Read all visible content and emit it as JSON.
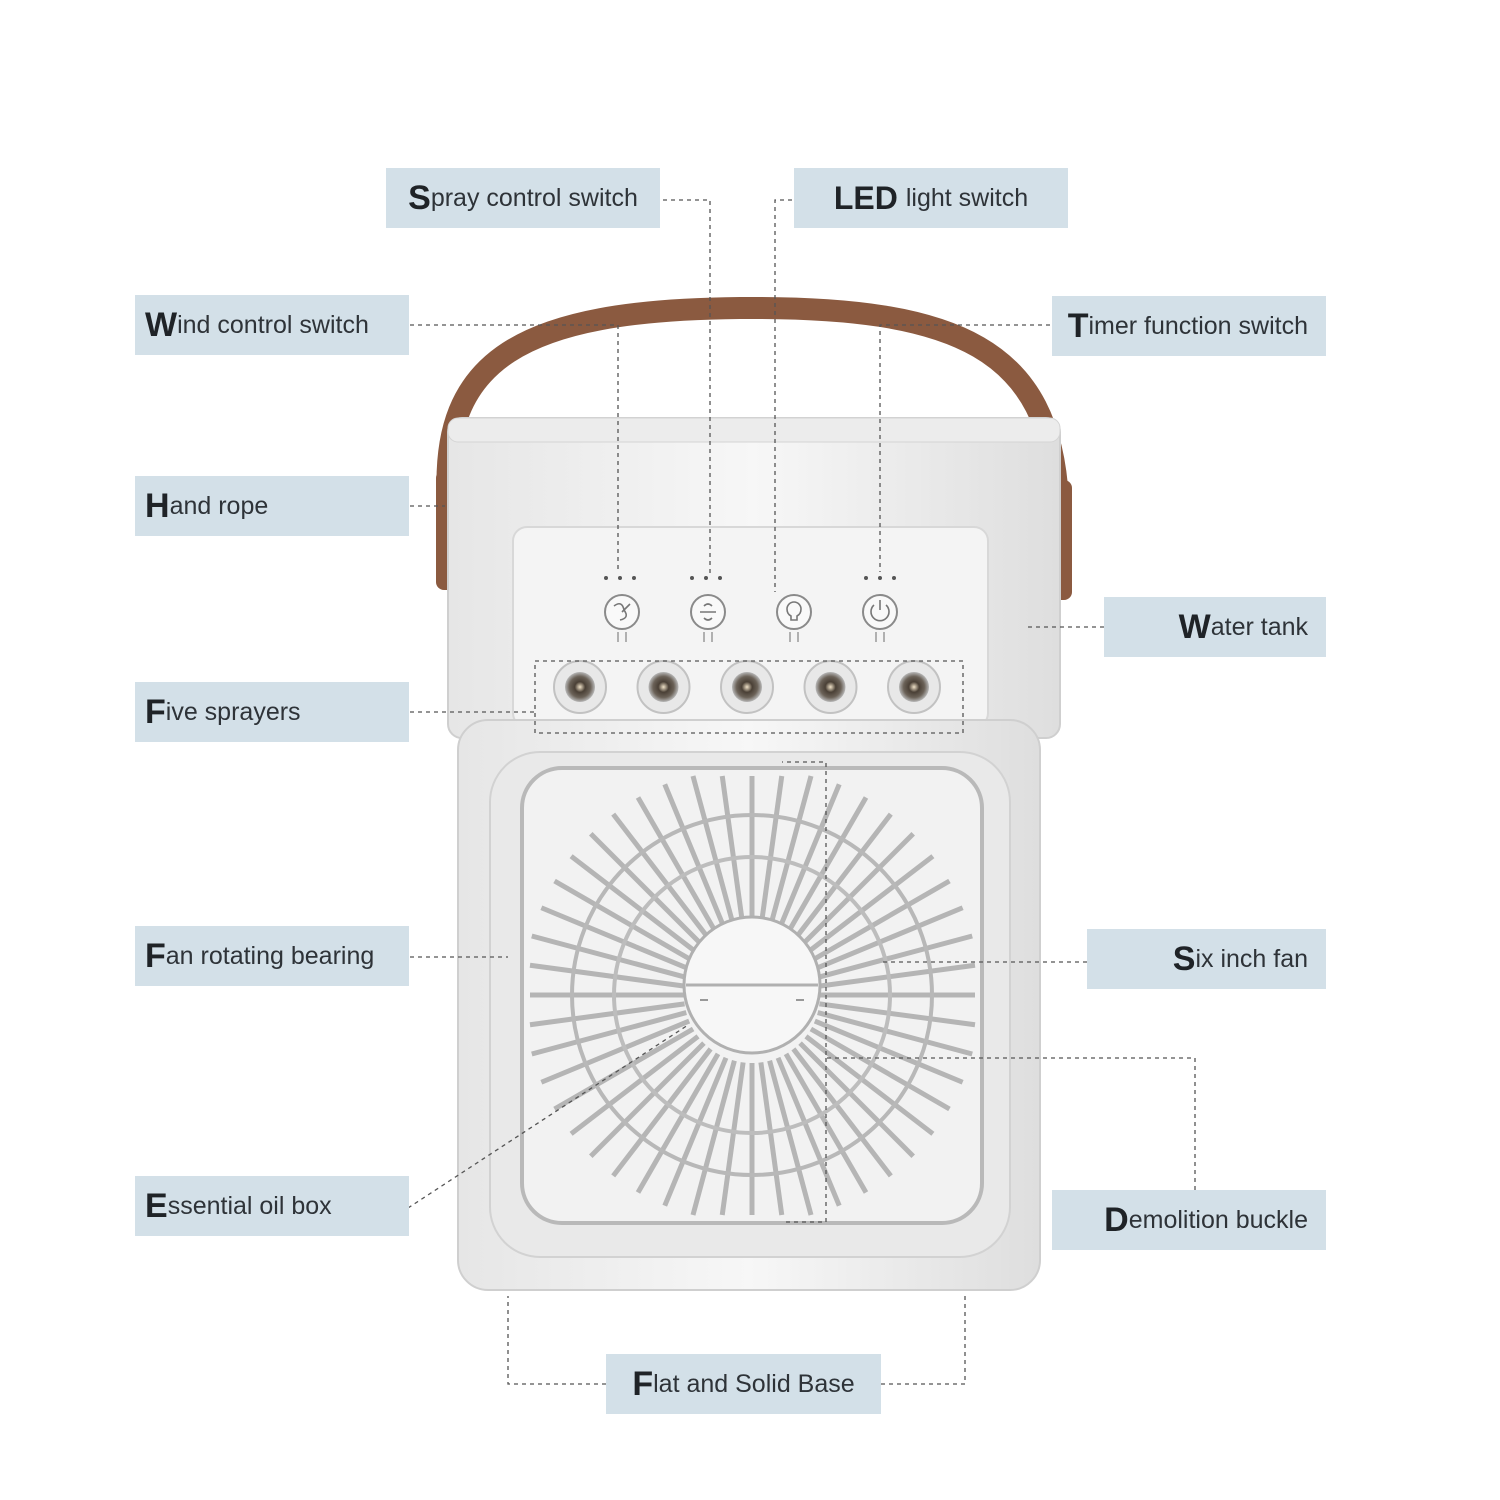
{
  "colors": {
    "label_bg": "#d3e0e8",
    "text": "#2e3338",
    "leader": "#555555",
    "strap": "#8b5a40",
    "body": "#f1f1f1"
  },
  "labels": {
    "spray": {
      "initial": "S",
      "rest": "pray control switch"
    },
    "led": {
      "initial": "LED",
      "rest": "light switch"
    },
    "wind": {
      "initial": "W",
      "rest": "ind control switch"
    },
    "timer": {
      "initial": "T",
      "rest": "imer function switch"
    },
    "hand_rope": {
      "initial": "H",
      "rest": "and rope"
    },
    "water_tank": {
      "initial": "W",
      "rest": "ater tank"
    },
    "sprayers": {
      "initial": "F",
      "rest": "ive sprayers"
    },
    "bearing": {
      "initial": "F",
      "rest": "an rotating bearing"
    },
    "six_fan": {
      "initial": "S",
      "rest": "ix inch fan"
    },
    "oil_box": {
      "initial": "E",
      "rest": "ssential oil box"
    },
    "buckle": {
      "initial": "D",
      "rest": "emolition buckle"
    },
    "base": {
      "initial": "F",
      "rest": "lat and Solid Base"
    }
  },
  "icons": [
    "wind-icon",
    "spray-icon",
    "led-bulb-icon",
    "timer-power-icon"
  ],
  "sprayer_count": 5
}
